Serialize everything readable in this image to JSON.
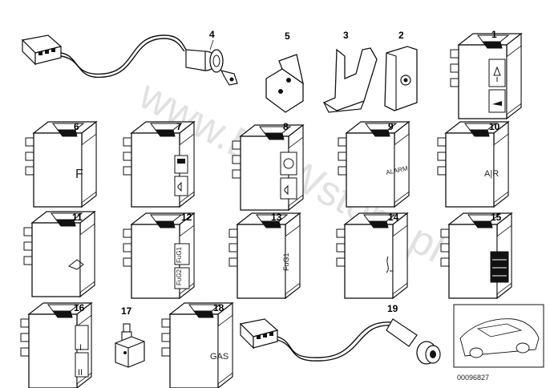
{
  "callouts": {
    "c1": "1",
    "c2": "2",
    "c3": "3",
    "c4": "4",
    "c5": "5",
    "c6": "6",
    "c7": "7",
    "c8": "8",
    "c9": "9",
    "c10": "10",
    "c11": "11",
    "c12": "12",
    "c13": "13",
    "c14": "14",
    "c15": "15",
    "c16": "16",
    "c17": "17",
    "c18": "18",
    "c19": "19"
  },
  "symbols": {
    "s6": "F",
    "s9": "ALARM",
    "s10": "A|R",
    "s12_top": "FuG1",
    "s12_bottom": "FuG2",
    "s13": "FuG1",
    "s16_top": "I",
    "s16_bottom": "II",
    "s18": "GAS"
  },
  "watermark": "www.BMWstore.pl",
  "diagram_id": "00096827",
  "colors": {
    "line": "#111111",
    "watermark": "#c9c9c9",
    "fill": "#ffffff"
  }
}
